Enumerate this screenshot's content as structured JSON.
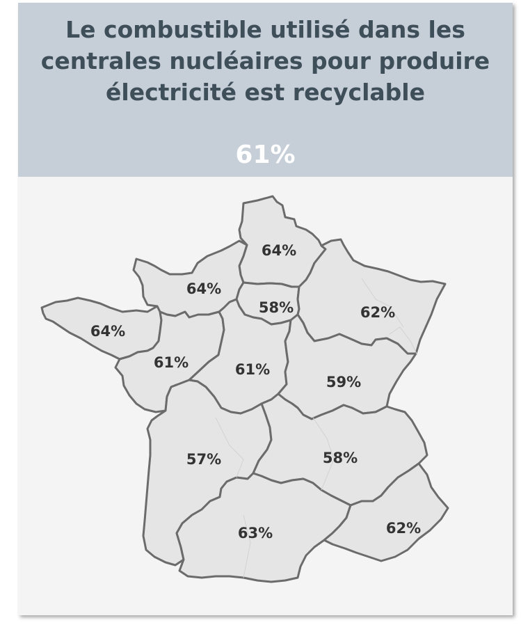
{
  "title": "Le combustible utilisé dans les centrales nucléaires pour produire électricité est recyclable",
  "headline_value": "61%",
  "colors": {
    "header_bg": "#c6ced8",
    "title_text": "#3f4f5a",
    "headline_text": "#ffffff",
    "map_fill": "#e5e5e5",
    "map_stroke": "#6b6b6b",
    "label_text": "#333333"
  },
  "regions": [
    {
      "id": "hauts-de-france",
      "value": "64%"
    },
    {
      "id": "normandie",
      "value": "64%"
    },
    {
      "id": "ile-de-france",
      "value": "58%"
    },
    {
      "id": "grand-est",
      "value": "62%"
    },
    {
      "id": "bretagne",
      "value": "64%"
    },
    {
      "id": "pays-de-la-loire",
      "value": "61%"
    },
    {
      "id": "centre-val-de-loire",
      "value": "61%"
    },
    {
      "id": "bourgogne-franche-comte",
      "value": "59%"
    },
    {
      "id": "nouvelle-aquitaine",
      "value": "57%"
    },
    {
      "id": "auvergne-rhone-alpes",
      "value": "58%"
    },
    {
      "id": "occitanie",
      "value": "63%"
    },
    {
      "id": "provence-alpes-cote-dazur",
      "value": "62%"
    }
  ]
}
